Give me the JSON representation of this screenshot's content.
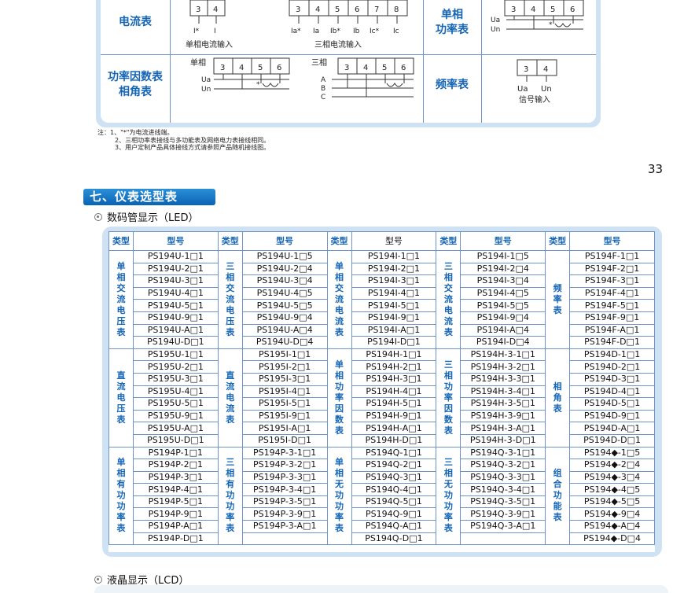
{
  "wiring": {
    "cells": [
      {
        "category": "电流表",
        "caption": "单相电流输入",
        "terminals": [
          "3",
          "4"
        ],
        "labels": [
          "I*",
          "I"
        ]
      },
      {
        "category": "",
        "caption": "三相电流输入",
        "terminals": [
          "3",
          "4",
          "5",
          "6",
          "7",
          "8"
        ],
        "labels": [
          "Ia*",
          "Ia",
          "Ib*",
          "Ib",
          "Ic*",
          "Ic"
        ]
      },
      {
        "category": "单相\n功率表",
        "caption": "",
        "terminals": [
          "3",
          "4",
          "5",
          "6"
        ],
        "labels": [
          "Ua",
          "Un"
        ]
      },
      {
        "category": "功率因数表\n相角表",
        "single_label": "单相",
        "three_label": "三相",
        "single_terminals": [
          "3",
          "4",
          "5",
          "6"
        ],
        "single_labels": [
          "Ua",
          "Un"
        ],
        "three_terminals": [
          "3",
          "4",
          "5",
          "6"
        ],
        "three_labels": [
          "A",
          "B",
          "C"
        ]
      },
      {
        "category": "频率表",
        "caption": "信号输入",
        "terminals": [
          "3",
          "4"
        ],
        "labels": [
          "Ua",
          "Un"
        ]
      }
    ]
  },
  "notes": [
    "注：1、\"*\"为电流进线端。",
    "2、三相功率表接线与多功能表及网络电力表接线相同。",
    "3、用户定制产品具体接线方式请参照产品随机接线图。"
  ],
  "page_number": "33",
  "section_title": "七、仪表选型表",
  "led_heading": "数码管显示（LED）",
  "lcd_heading": "液晶显示（LCD）",
  "table": {
    "headers": [
      "类型",
      "型号",
      "类型",
      "型号",
      "类型",
      "型号",
      "类型",
      "型号",
      "类型",
      "型号"
    ],
    "groups": [
      {
        "types": [
          "单相交流电压表",
          "三相交流电压表",
          "单相交流电流表",
          "三相交流电流表",
          "频率表"
        ],
        "rows": [
          [
            "PS194U-1□1",
            "PS194U-1□5",
            "PS194I-1□1",
            "PS194I-1□5",
            "PS194F-1□1"
          ],
          [
            "PS194U-2□1",
            "PS194U-2□4",
            "PS194I-2□1",
            "PS194I-2□4",
            "PS194F-2□1"
          ],
          [
            "PS194U-3□1",
            "PS194U-3□4",
            "PS194I-3□1",
            "PS194I-3□4",
            "PS194F-3□1"
          ],
          [
            "PS194U-4□1",
            "PS194U-4□5",
            "PS194I-4□1",
            "PS194I-4□5",
            "PS194F-4□1"
          ],
          [
            "PS194U-5□1",
            "PS194U-5□5",
            "PS194I-5□1",
            "PS194I-5□5",
            "PS194F-5□1"
          ],
          [
            "PS194U-9□1",
            "PS194U-9□4",
            "PS194I-9□1",
            "PS194I-9□4",
            "PS194F-9□1"
          ],
          [
            "PS194U-A□1",
            "PS194U-A□4",
            "PS194I-A□1",
            "PS194I-A□4",
            "PS194F-A□1"
          ],
          [
            "PS194U-D□1",
            "PS194U-D□4",
            "PS194I-D□1",
            "PS194I-D□4",
            "PS194F-D□1"
          ]
        ]
      },
      {
        "types": [
          "直流电压表",
          "直流电流表",
          "单相功率因数表",
          "三相功率因数表",
          "相角表"
        ],
        "rows": [
          [
            "PS195U-1□1",
            "PS195I-1□1",
            "PS194H-1□1",
            "PS194H-3-1□1",
            "PS194D-1□1"
          ],
          [
            "PS195U-2□1",
            "PS195I-2□1",
            "PS194H-2□1",
            "PS194H-3-2□1",
            "PS194D-2□1"
          ],
          [
            "PS195U-3□1",
            "PS195I-3□1",
            "PS194H-3□1",
            "PS194H-3-3□1",
            "PS194D-3□1"
          ],
          [
            "PS195U-4□1",
            "PS195I-4□1",
            "PS194H-4□1",
            "PS194H-3-4□1",
            "PS194D-4□1"
          ],
          [
            "PS195U-5□1",
            "PS195I-5□1",
            "PS194H-5□1",
            "PS194H-3-5□1",
            "PS194D-5□1"
          ],
          [
            "PS195U-9□1",
            "PS195I-9□1",
            "PS194H-9□1",
            "PS194H-3-9□1",
            "PS194D-9□1"
          ],
          [
            "PS195U-A□1",
            "PS195I-A□1",
            "PS194H-A□1",
            "PS194H-3-A□1",
            "PS194D-A□1"
          ],
          [
            "PS195U-D□1",
            "PS195I-D□1",
            "PS194H-D□1",
            "PS194H-3-D□1",
            "PS194D-D□1"
          ]
        ]
      },
      {
        "types": [
          "单相有功功率表",
          "三相有功功率表",
          "单相无功功率表",
          "三相无功功率表",
          "组合功能表"
        ],
        "rows": [
          [
            "PS194P-1□1",
            "PS194P-3-1□1",
            "PS194Q-1□1",
            "PS194Q-3-1□1",
            "PS194◆-1□5"
          ],
          [
            "PS194P-2□1",
            "PS194P-3-2□1",
            "PS194Q-2□1",
            "PS194Q-3-2□1",
            "PS194◆-2□4"
          ],
          [
            "PS194P-3□1",
            "PS194P-3-3□1",
            "PS194Q-3□1",
            "PS194Q-3-3□1",
            "PS194◆-3□4"
          ],
          [
            "PS194P-4□1",
            "PS194P-3-4□1",
            "PS194Q-4□1",
            "PS194Q-3-4□1",
            "PS194◆-4□5"
          ],
          [
            "PS194P-5□1",
            "PS194P-3-5□1",
            "PS194Q-5□1",
            "PS194Q-3-5□1",
            "PS194◆-5□5"
          ],
          [
            "PS194P-9□1",
            "PS194P-3-9□1",
            "PS194Q-9□1",
            "PS194Q-3-9□1",
            "PS194◆-9□4"
          ],
          [
            "PS194P-A□1",
            "PS194P-3-A□1",
            "PS194Q-A□1",
            "PS194Q-3-A□1",
            "PS194◆-A□4"
          ],
          [
            "PS194P-D□1",
            "",
            "PS194Q-D□1",
            "",
            "PS194◆-D□4"
          ]
        ]
      }
    ]
  }
}
